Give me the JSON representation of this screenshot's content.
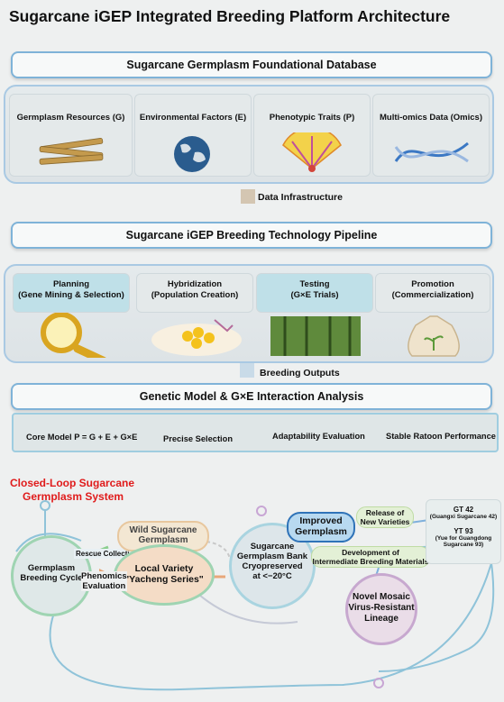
{
  "title": "Sugarcane iGEP Integrated Breeding Platform Architecture",
  "database": {
    "banner": "Sugarcane Germplasm Foundational Database",
    "items": [
      {
        "label": "Germplasm Resources (G)"
      },
      {
        "label": "Environmental Factors (E)"
      },
      {
        "label": "Phenotypic Traits (P)"
      },
      {
        "label": "Multi-omics Data (Omics)"
      }
    ],
    "connector": "Data Infrastructure"
  },
  "pipeline": {
    "banner": "Sugarcane iGEP Breeding Technology Pipeline",
    "items": [
      {
        "line1": "Planning",
        "line2": "(Gene Mining & Selection)"
      },
      {
        "line1": "Hybridization",
        "line2": "(Population Creation)"
      },
      {
        "line1": "Testing",
        "line2": "(G×E Trials)"
      },
      {
        "line1": "Promotion",
        "line2": "(Commercialization)"
      }
    ],
    "connector": "Breeding Outputs"
  },
  "model": {
    "banner": "Genetic Model & G×E Interaction Analysis",
    "items": [
      "Core Model P = G + E + G×E",
      "Precise Selection",
      "Adaptability Evaluation",
      "Stable Ratoon Performance"
    ]
  },
  "cycle": {
    "title_line1": "Closed-Loop Sugarcane",
    "title_line2": "Germplasm System",
    "breeding_cycle": [
      "Germplasm",
      "Breeding Cycle"
    ],
    "rescue": "Rescue Collection",
    "wild": [
      "Wild Sugarcane",
      "Germplasm"
    ],
    "local": [
      "Local Variety",
      "\"Yacheng Series\""
    ],
    "phenomics": [
      "Phenomics",
      "Evaluation"
    ],
    "bank": [
      "Sugarcane",
      "Germplasm Bank",
      "Cryopreserved",
      "at <−20°C"
    ],
    "improved": [
      "Improved",
      "Germplasm"
    ],
    "release": [
      "Release of",
      "New Varieties"
    ],
    "development": [
      "Development of",
      "Intermediate Breeding Materials"
    ],
    "novel": [
      "Novel Mosaic",
      "Virus-Resistant",
      "Lineage"
    ],
    "gt42": [
      "GT 42",
      "(Guangxi Sugarcane 42)"
    ],
    "yt93": [
      "YT 93",
      "(Yue for Guangdong",
      "Sugarcane 93)"
    ]
  },
  "colors": {
    "accent_red": "#e01b1b",
    "banner_border": "#7fb3d8",
    "panel_border": "#a9c9e3"
  }
}
